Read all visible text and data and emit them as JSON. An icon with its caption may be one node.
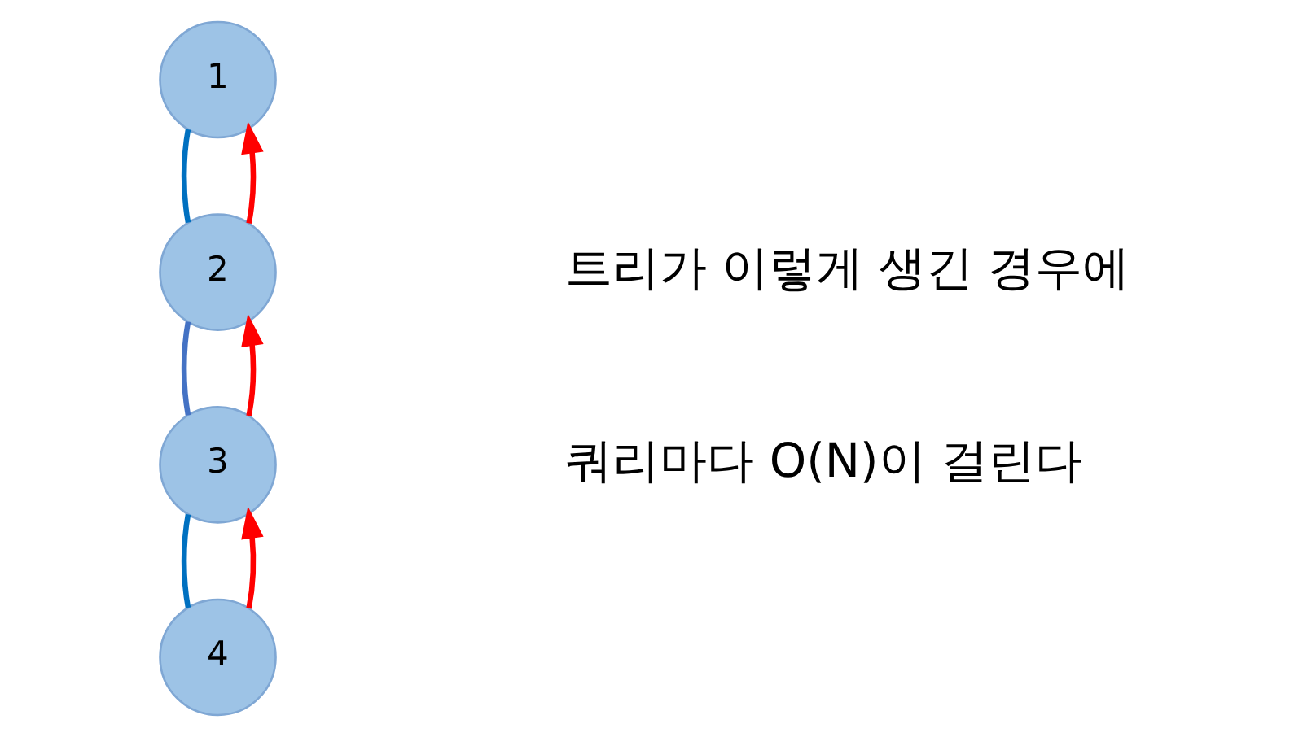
{
  "diagram": {
    "nodes": [
      {
        "text": [
          "1"
        ]
      },
      {
        "text": [
          "2"
        ]
      },
      {
        "text": [
          "3"
        ]
      },
      {
        "text": [
          "4"
        ]
      }
    ],
    "edges": [
      {
        "from": 0,
        "to": 1,
        "arrow": "none",
        "color": "#0070c0"
      },
      {
        "from": 1,
        "to": 2,
        "arrow": "none",
        "color": "#4472c4"
      },
      {
        "from": 2,
        "to": 3,
        "arrow": "none",
        "color": "#0070c0"
      },
      {
        "from": 3,
        "to": 2,
        "arrow": "to",
        "color": "#ff0000"
      },
      {
        "from": 2,
        "to": 1,
        "arrow": "to",
        "color": "#ff0000"
      },
      {
        "from": 1,
        "to": 0,
        "arrow": "to",
        "color": "#ff0000"
      }
    ],
    "labels": [
      "트리가 이렇게 생긴 경우에",
      "쿼리마다 O(N)이 걸린다"
    ]
  }
}
